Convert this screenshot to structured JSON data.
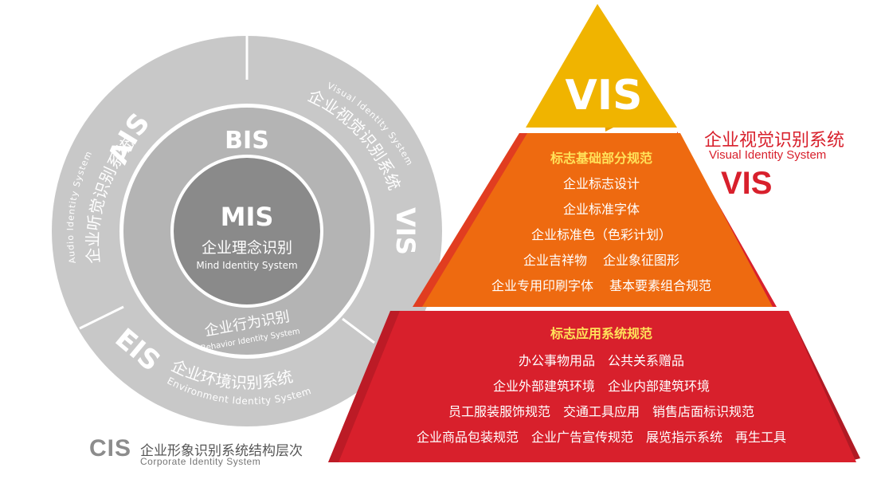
{
  "colors": {
    "outer_ring": "#c8c8c8",
    "middle_ring": "#b4b4b4",
    "inner_circle": "#8a8a8a",
    "pyramid_top": "#f0b400",
    "pyramid_middle": "#ee6a10",
    "pyramid_bottom": "#d8202c",
    "accent_red": "#d8202c",
    "heading_yellow": "#ffe25a"
  },
  "circle": {
    "mis": {
      "abbr": "MIS",
      "cn": "企业理念识别",
      "en": "Mind Identity System"
    },
    "bis": {
      "abbr": "BIS",
      "cn": "企业行为识别",
      "en": "Behavior Identity System"
    },
    "ais": {
      "abbr": "AIS",
      "cn": "企业听觉识别系统",
      "en": "Audio Identity System"
    },
    "vis": {
      "abbr": "VIS",
      "cn": "企业视觉识别系统",
      "en": "Visual Identity System"
    },
    "eis": {
      "abbr": "EIS",
      "cn": "企业环境识别系统",
      "en": "Environment Identity System"
    }
  },
  "caption": {
    "abbr": "CIS",
    "cn": "企业形象识别系统结构层次",
    "en": "Corporate Identity System"
  },
  "vis_label": {
    "cn": "企业视觉识别系统",
    "en": "Visual Identity System",
    "abbr": "VIS"
  },
  "pyramid": {
    "top": "VIS",
    "middle": {
      "heading": "标志基础部分规范",
      "lines": [
        [
          "企业标志设计"
        ],
        [
          "企业标准字体"
        ],
        [
          "企业标准色（色彩计划）"
        ],
        [
          "企业吉祥物",
          "企业象征图形"
        ],
        [
          "企业专用印刷字体",
          "基本要素组合规范"
        ]
      ]
    },
    "bottom": {
      "heading": "标志应用系统规范",
      "lines": [
        [
          "办公事物用品",
          "公共关系赠品"
        ],
        [
          "企业外部建筑环境",
          "企业内部建筑环境"
        ],
        [
          "员工服装服饰规范",
          "交通工具应用",
          "销售店面标识规范"
        ],
        [
          "企业商品包装规范",
          "企业广告宣传规范",
          "展览指示系统",
          "再生工具"
        ]
      ]
    }
  }
}
